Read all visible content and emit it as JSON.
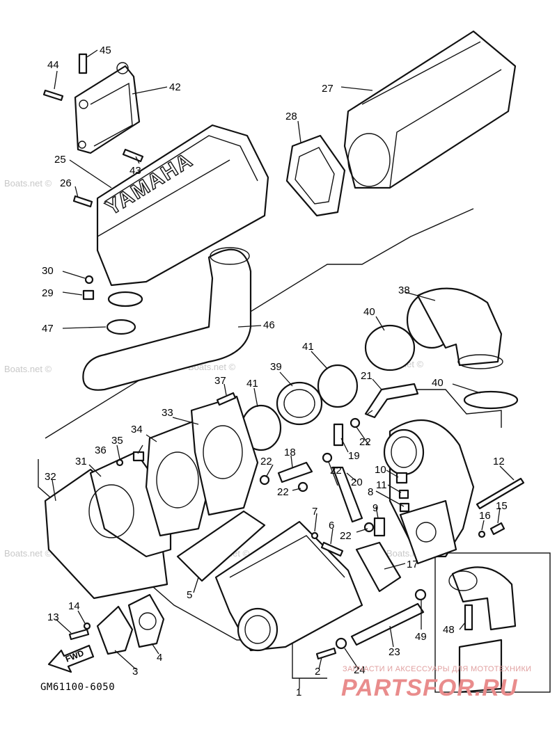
{
  "diagram": {
    "code": "GM61100-6050",
    "fwd_label": "FWD",
    "emboss": "YAMAHA",
    "watermark": "Boats.net ©",
    "footer": {
      "tagline": "ЗАПЧАСТИ И АКСЕССУАРЫ ДЛЯ МОТОТЕХНИКИ",
      "brand": "PARTSFOR.RU"
    },
    "callouts": [
      {
        "id": "c1",
        "label": "1"
      },
      {
        "id": "c2",
        "label": "2"
      },
      {
        "id": "c3",
        "label": "3"
      },
      {
        "id": "c4",
        "label": "4"
      },
      {
        "id": "c5",
        "label": "5"
      },
      {
        "id": "c6",
        "label": "6"
      },
      {
        "id": "c7",
        "label": "7"
      },
      {
        "id": "c8",
        "label": "8"
      },
      {
        "id": "c9",
        "label": "9"
      },
      {
        "id": "c10",
        "label": "10"
      },
      {
        "id": "c11",
        "label": "11"
      },
      {
        "id": "c12",
        "label": "12"
      },
      {
        "id": "c13",
        "label": "13"
      },
      {
        "id": "c14",
        "label": "14"
      },
      {
        "id": "c15",
        "label": "15"
      },
      {
        "id": "c16",
        "label": "16"
      },
      {
        "id": "c17",
        "label": "17"
      },
      {
        "id": "c18",
        "label": "18"
      },
      {
        "id": "c19",
        "label": "19"
      },
      {
        "id": "c20",
        "label": "20"
      },
      {
        "id": "c21",
        "label": "21"
      },
      {
        "id": "c22a",
        "label": "22"
      },
      {
        "id": "c22b",
        "label": "22"
      },
      {
        "id": "c22c",
        "label": "22"
      },
      {
        "id": "c22d",
        "label": "22"
      },
      {
        "id": "c22e",
        "label": "22"
      },
      {
        "id": "c23",
        "label": "23"
      },
      {
        "id": "c24",
        "label": "24"
      },
      {
        "id": "c25",
        "label": "25"
      },
      {
        "id": "c26",
        "label": "26"
      },
      {
        "id": "c27",
        "label": "27"
      },
      {
        "id": "c28",
        "label": "28"
      },
      {
        "id": "c29",
        "label": "29"
      },
      {
        "id": "c30",
        "label": "30"
      },
      {
        "id": "c31",
        "label": "31"
      },
      {
        "id": "c32",
        "label": "32"
      },
      {
        "id": "c33",
        "label": "33"
      },
      {
        "id": "c34",
        "label": "34"
      },
      {
        "id": "c35",
        "label": "35"
      },
      {
        "id": "c36",
        "label": "36"
      },
      {
        "id": "c37",
        "label": "37"
      },
      {
        "id": "c38",
        "label": "38"
      },
      {
        "id": "c39",
        "label": "39"
      },
      {
        "id": "c40a",
        "label": "40"
      },
      {
        "id": "c40b",
        "label": "40"
      },
      {
        "id": "c41a",
        "label": "41"
      },
      {
        "id": "c41b",
        "label": "41"
      },
      {
        "id": "c42",
        "label": "42"
      },
      {
        "id": "c43",
        "label": "43"
      },
      {
        "id": "c44",
        "label": "44"
      },
      {
        "id": "c45",
        "label": "45"
      },
      {
        "id": "c46",
        "label": "46"
      },
      {
        "id": "c47",
        "label": "47"
      },
      {
        "id": "c48",
        "label": "48"
      },
      {
        "id": "c49",
        "label": "49"
      }
    ]
  }
}
